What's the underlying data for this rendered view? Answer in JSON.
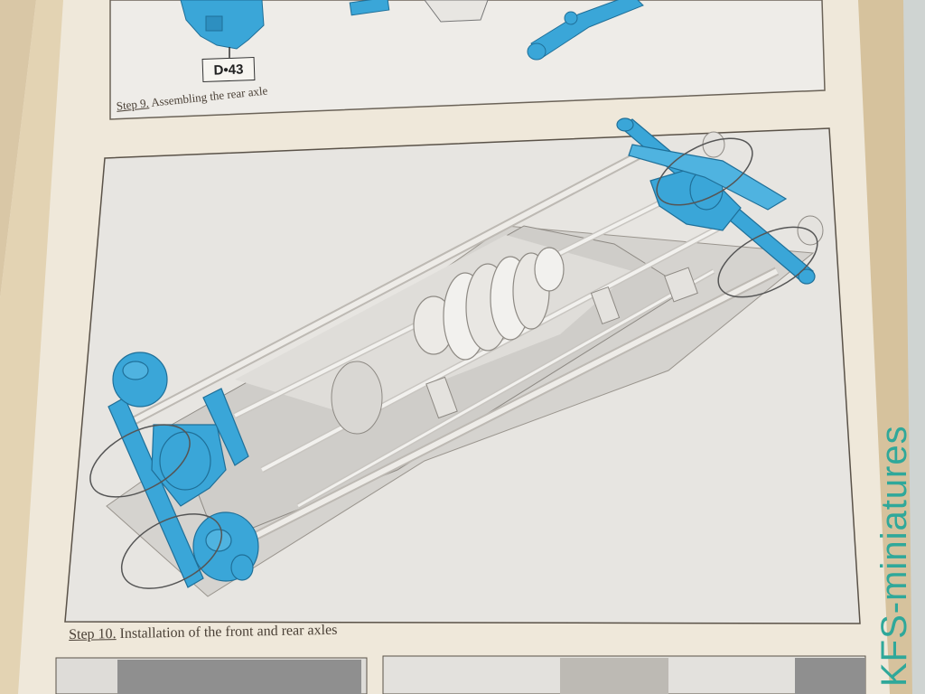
{
  "page": {
    "step9": {
      "label": "Step 9.",
      "text": "Assembling the rear axle"
    },
    "step10": {
      "label": "Step 10.",
      "text": "Installation of the front and rear axles"
    },
    "part_label": "D•43"
  },
  "watermark": "KFS-miniatures",
  "colors": {
    "page": "#efe9dd",
    "panel": "#e6e4df",
    "highlight_parts": "#3aa6d8",
    "chassis": "#dcdad6",
    "border": "#5a5248",
    "watermark": "#2fa89a"
  }
}
